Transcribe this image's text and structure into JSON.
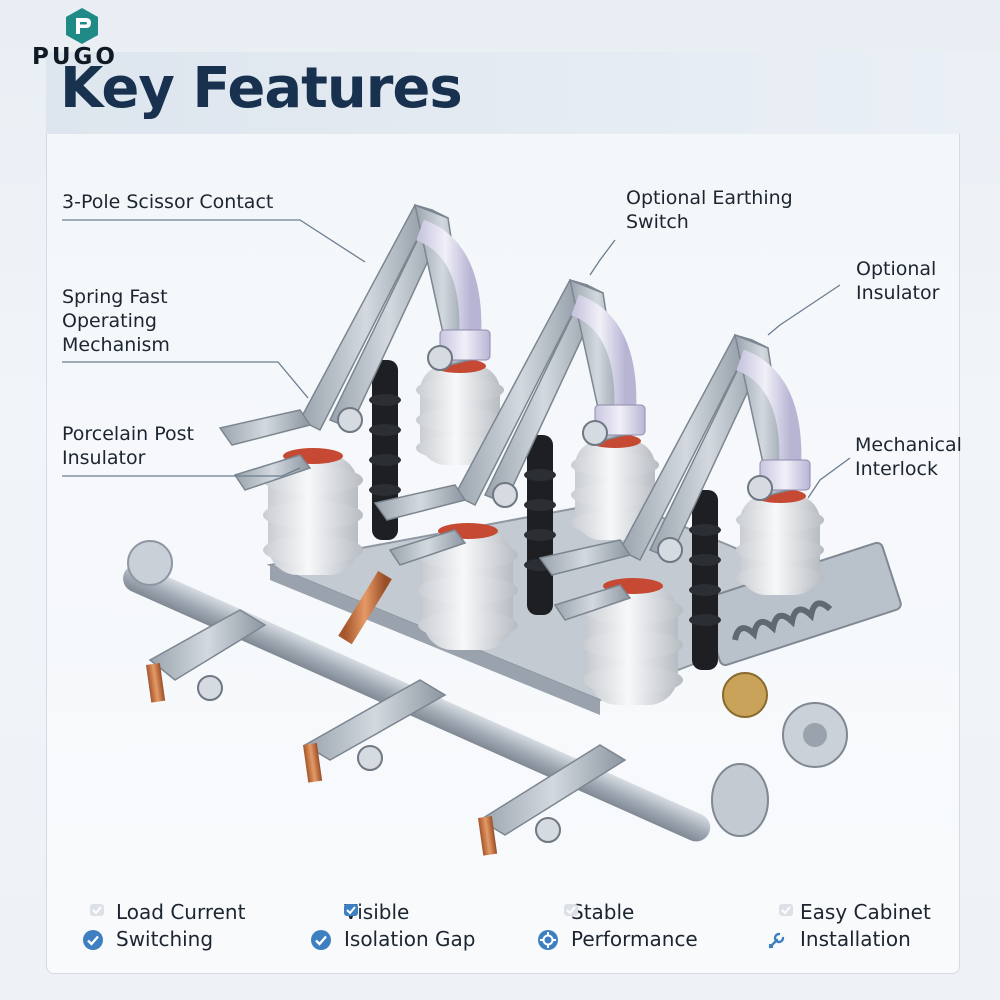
{
  "brand": {
    "name": "PUGO",
    "logo_icon": "pugo-logo-icon",
    "color": "#1f8a86"
  },
  "title": "Key Features",
  "callouts": [
    {
      "id": "scissor",
      "text": "3-Pole Scissor Contact"
    },
    {
      "id": "spring",
      "text": "Spring Fast\nOperating\nMechanism"
    },
    {
      "id": "porcelain",
      "text": "Porcelain Post\nInsulator"
    },
    {
      "id": "earthing",
      "text": "Optional Earthing\nSwitch"
    },
    {
      "id": "optional-insulator",
      "text": "Optional\nInsulator"
    },
    {
      "id": "interlock",
      "text": "Mechanical\nInterlock"
    }
  ],
  "features": [
    {
      "label": "Load Current\nSwitching",
      "icon": "check-circle-icon"
    },
    {
      "label": "Visible\nIsolation Gap",
      "icon": "check-circle-icon"
    },
    {
      "label": "Stable\nPerformance",
      "icon": "shield-gear-icon"
    },
    {
      "label": "Easy Cabinet\nInstallation",
      "icon": "wrench-icon"
    }
  ],
  "colors": {
    "title": "#17314f",
    "accent": "#3d7fc1",
    "porcelain": "#f1f3f5",
    "steel": "#aab3bd",
    "copper": "#c77a4a"
  }
}
